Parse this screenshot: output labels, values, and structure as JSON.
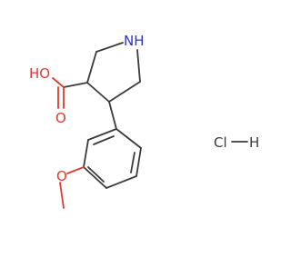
{
  "molecule": {
    "atoms": {
      "nh": "NH",
      "hydroxyl": "HO",
      "carbonyl_oxygen": "O",
      "ether_oxygen": "O"
    },
    "salt": "Cl",
    "salt_h": "H",
    "colors": {
      "bond": "#3a3a3a",
      "oxygen": "#e03a2f",
      "nitrogen": "#3030d0"
    }
  }
}
